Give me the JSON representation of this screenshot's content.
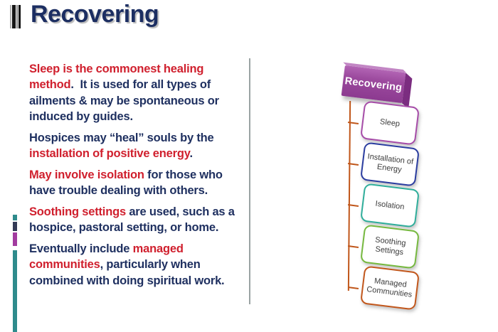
{
  "slide": {
    "title": "Recovering"
  },
  "colors": {
    "title": "#1c2e62",
    "red": "#d0202e",
    "navy": "#1f3060",
    "divider": "#9aa3a3",
    "connector": "#c0561a",
    "box_text": "#3c3c3c",
    "root_fill": "#9c4a9e",
    "root_side": "#7b2d80",
    "root_top": "#c286c4",
    "root_text": "#ffffff",
    "strip_teal": "#2e8b8c",
    "strip_navy": "#333a56",
    "strip_magenta": "#a23b9f"
  },
  "body": {
    "paragraphs": [
      {
        "lines": [
          [
            {
              "t": "Sleep is the commonest healing",
              "c": "red"
            }
          ],
          [
            {
              "t": "method",
              "c": "red"
            },
            {
              "t": ".  It is used for all types of",
              "c": "navy"
            }
          ],
          [
            {
              "t": "ailments & may be spontaneous or",
              "c": "navy"
            }
          ],
          [
            {
              "t": "induced by guides.",
              "c": "navy"
            }
          ]
        ]
      },
      {
        "lines": [
          [
            {
              "t": "Hospices may “heal” souls by the",
              "c": "navy"
            }
          ],
          [
            {
              "t": "installation of positive energy",
              "c": "red"
            },
            {
              "t": ".",
              "c": "navy"
            }
          ]
        ]
      },
      {
        "lines": [
          [
            {
              "t": "May involve isolation",
              "c": "red"
            },
            {
              "t": " for those who",
              "c": "navy"
            }
          ],
          [
            {
              "t": "have trouble dealing with others.",
              "c": "navy"
            }
          ]
        ]
      },
      {
        "lines": [
          [
            {
              "t": "Soothing settings",
              "c": "red"
            },
            {
              "t": " are used, such as a",
              "c": "navy"
            }
          ],
          [
            {
              "t": "hospice, pastoral setting, or home.",
              "c": "navy"
            }
          ]
        ]
      },
      {
        "lines": [
          [
            {
              "t": "Eventually include ",
              "c": "navy"
            },
            {
              "t": "managed",
              "c": "red"
            }
          ],
          [
            {
              "t": "communities",
              "c": "red"
            },
            {
              "t": ", particularly when",
              "c": "navy"
            }
          ],
          [
            {
              "t": "combined with doing spiritual work.",
              "c": "navy"
            }
          ]
        ]
      }
    ]
  },
  "diagram": {
    "root_label": "Recovering",
    "items": [
      {
        "lines": [
          "Sleep"
        ],
        "border": "#a64ca8"
      },
      {
        "lines": [
          "Installation of",
          "Energy"
        ],
        "border": "#2b3da0"
      },
      {
        "lines": [
          "Isolation"
        ],
        "border": "#2fae9b"
      },
      {
        "lines": [
          "Soothing",
          "Settings"
        ],
        "border": "#76b93f"
      },
      {
        "lines": [
          "Managed",
          "Communities"
        ],
        "border": "#c2571c"
      }
    ]
  }
}
